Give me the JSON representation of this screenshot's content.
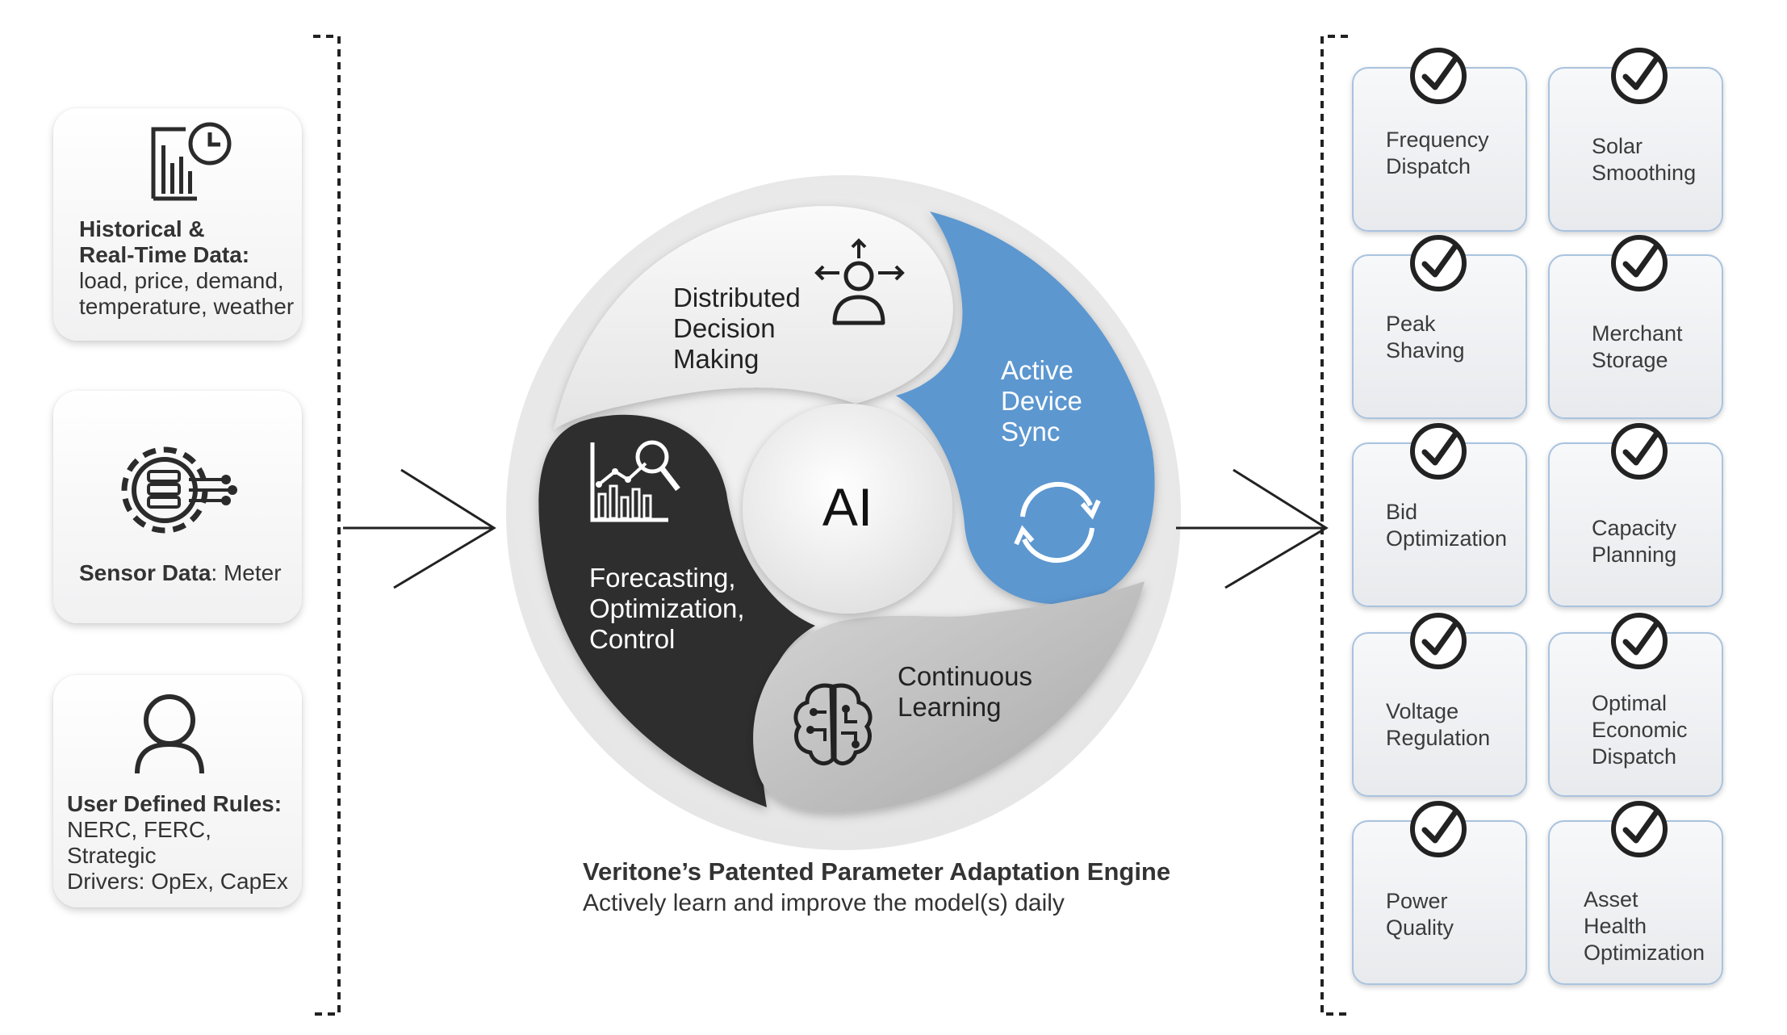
{
  "inputs": {
    "historical": {
      "title_line1": "Historical &",
      "title_line2": "Real-Time Data:",
      "detail_line1": "load, price, demand,",
      "detail_line2": "temperature, weather"
    },
    "sensor": {
      "title": "Sensor Data",
      "detail": ": Meter"
    },
    "rules": {
      "title": "User Defined Rules:",
      "detail_line1": "NERC, FERC, Strategic",
      "detail_line2": "Drivers: OpEx, CapEx"
    }
  },
  "engine": {
    "center": "AI",
    "segments": {
      "distributed": "Distributed\nDecision\nMaking",
      "active": "Active\nDevice\nSync",
      "forecasting": "Forecasting,\nOptimization,\nControl",
      "learning": "Continuous\nLearning"
    },
    "caption_title": "Veritone’s Patented Parameter Adaptation Engine",
    "caption_subtitle": "Actively learn and improve the model(s) daily",
    "colors": {
      "blue": "#5b97d0",
      "dark": "#2d2d2d",
      "light_gray": "#ececec",
      "mid_gray": "#bdbdbd"
    }
  },
  "outputs": [
    "Frequency\nDispatch",
    "Solar\nSmoothing",
    "Peak\nShaving",
    "Merchant\nStorage",
    "Bid\nOptimization",
    "Capacity\nPlanning",
    "Voltage\nRegulation",
    "Optimal\nEconomic\nDispatch",
    "Power\nQuality",
    "Asset\nHealth\nOptimization"
  ]
}
